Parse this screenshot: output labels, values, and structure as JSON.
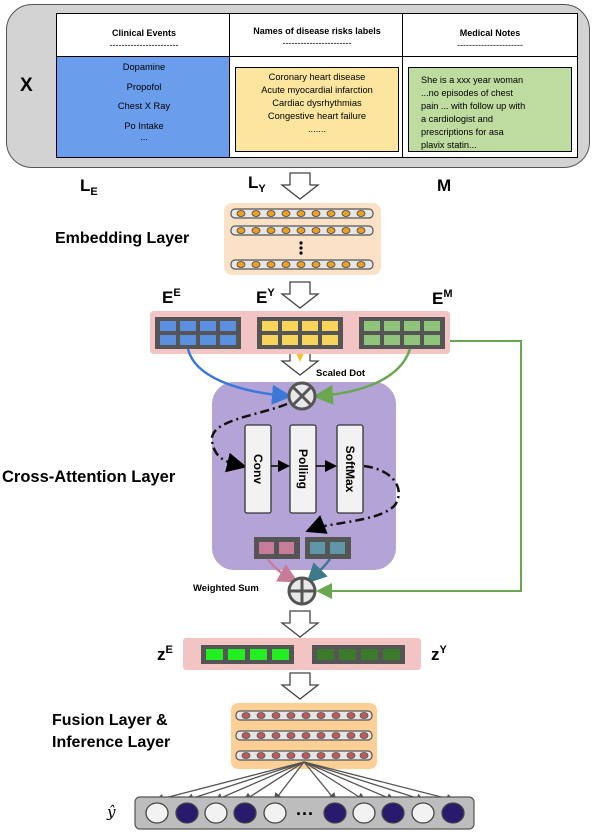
{
  "inputs": {
    "row_label": "X",
    "clinical_events": {
      "title": "Clinical Events",
      "title_rule": "-----------------------",
      "items": [
        "Dopamine",
        "Propofol",
        "Chest X Ray",
        "Po Intake",
        "..."
      ]
    },
    "disease_labels": {
      "title": "Names of disease risks labels",
      "title_rule": "-----------------------",
      "items": [
        "Coronary heart disease",
        "Acute myocardial infarction",
        "Cardiac dysrhythmias",
        "Congestive heart failure",
        "......."
      ]
    },
    "medical_notes": {
      "title": "Medical Notes",
      "title_rule": "----------------------",
      "lines": [
        "She is a xxx year woman",
        "...no episodes of chest",
        "pain ... with follow up with",
        "a cardiologist and",
        "prescriptions for asa",
        "plavix statin..."
      ]
    }
  },
  "input_labels": {
    "le_main": "L",
    "le_sub": "E",
    "ly_main": "L",
    "ly_sub": "Y",
    "m": "M"
  },
  "layers": {
    "embedding": "Embedding Layer",
    "cross_attention": "Cross-Attention Layer",
    "fusion_line1": "Fusion  Layer &",
    "fusion_line2": "Inference Layer"
  },
  "embeddings": {
    "ee_main": "E",
    "ee_sup": "E",
    "ey_main": "E",
    "ey_sup": "Y",
    "em_main": "E",
    "em_sup": "M"
  },
  "operations": {
    "scaled_dot": "Scaled Dot",
    "weighted_sum": "Weighted Sum",
    "conv": "Conv",
    "pooling": "Polling",
    "softmax": "SoftMax"
  },
  "outputs": {
    "ze_main": "z",
    "ze_sup": "E",
    "zy_main": "z",
    "zy_sup": "Y",
    "yhat": "ŷ",
    "ellipsis": "..."
  },
  "colors": {
    "blue": "#5b8fe0",
    "yellow": "#f7d45a",
    "green": "#8fc47a",
    "purple": "#b3a3d6",
    "pink_band": "#f2c4c4",
    "peach": "#fbe1c6",
    "orange_cell": "#f0a020",
    "bright_green": "#22ee22",
    "dark_green": "#3a7a2a",
    "navy_node": "#2a1a6e",
    "arrow_blue": "#3c78d8",
    "arrow_green": "#6aa84f"
  }
}
